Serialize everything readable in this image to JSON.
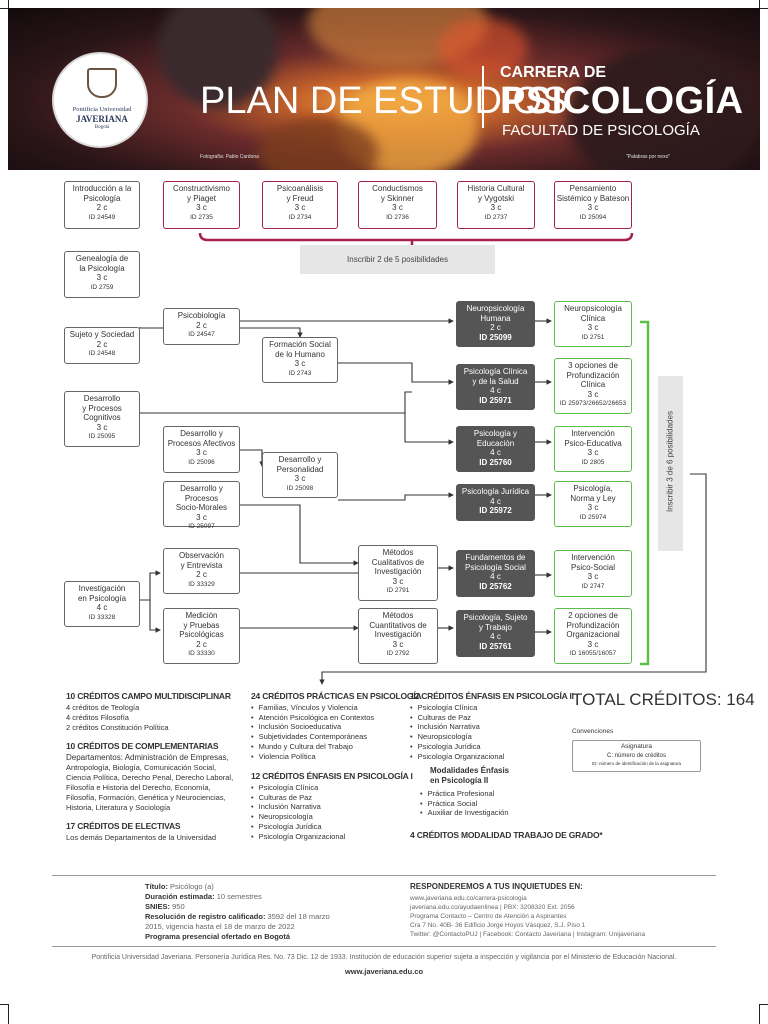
{
  "header": {
    "logo_line1": "Pontificia Universidad",
    "logo_line2": "JAVERIANA",
    "logo_line3": "Bogotá",
    "title": "PLAN DE ESTUDIOS",
    "carrera_de": "CARRERA DE",
    "carrera": "PSICOLOGÍA",
    "facultad": "FACULTAD DE PSICOLOGÍA",
    "photo_credit": "Fotografía: Pablo Cardona",
    "caption": "\"Palabras por nexo\""
  },
  "courses": {
    "intro": {
      "name1": "Introducción a la",
      "name2": "Psicología",
      "credits": "2 c",
      "id": "ID 24549"
    },
    "constructivismo": {
      "name1": "Constructivismo",
      "name2": "y Piaget",
      "credits": "3 c",
      "id": "ID 2735"
    },
    "psicoanalisis": {
      "name1": "Psicoanálisis",
      "name2": "y Freud",
      "credits": "3 c",
      "id": "ID 2734"
    },
    "conductismos": {
      "name1": "Conductismos",
      "name2": "y Skinner",
      "credits": "3 c",
      "id": "ID 2736"
    },
    "historia_cultural": {
      "name1": "Historia Cultural",
      "name2": "y Vygotski",
      "credits": "3 c",
      "id": "ID 2737"
    },
    "pensamiento": {
      "name1": "Pensamiento",
      "name2": "Sistémico y Bateson",
      "credits": "3 c",
      "id": "ID 25094"
    },
    "genealogia": {
      "name1": "Genealogía de",
      "name2": "la Psicología",
      "credits": "3 c",
      "id": "ID 2759"
    },
    "psicobiologia": {
      "name1": "Psicobiología",
      "credits": "2 c",
      "id": "ID 24547"
    },
    "sujeto_sociedad": {
      "name1": "Sujeto y Sociedad",
      "credits": "2 c",
      "id": "ID 24548"
    },
    "formacion_social": {
      "name1": "Formación Social",
      "name2": "de lo Humano",
      "credits": "3 c",
      "id": "ID 2743"
    },
    "desarrollo_cognitivos": {
      "name1": "Desarrollo",
      "name2": "y Procesos",
      "name3": "Cognitivos",
      "credits": "3 c",
      "id": "ID 25095"
    },
    "desarrollo_afectivos": {
      "name1": "Desarrollo y",
      "name2": "Procesos Afectivos",
      "credits": "3 c",
      "id": "ID 25096"
    },
    "desarrollo_personalidad": {
      "name1": "Desarrollo y",
      "name2": "Personalidad",
      "credits": "3 c",
      "id": "ID 25098"
    },
    "desarrollo_socio": {
      "name1": "Desarrollo y Procesos",
      "name2": "Socio-Morales",
      "credits": "3 c",
      "id": "ID 25097"
    },
    "observacion": {
      "name1": "Observación",
      "name2": "y Entrevista",
      "credits": "2 c",
      "id": "ID 33329"
    },
    "investigacion": {
      "name1": "Investigación",
      "name2": "en Psicología",
      "credits": "4 c",
      "id": "ID 33328"
    },
    "medicion": {
      "name1": "Medición",
      "name2": "y Pruebas",
      "name3": "Psicológicas",
      "credits": "2 c",
      "id": "ID 33330"
    },
    "metodos_cual": {
      "name1": "Métodos",
      "name2": "Cualitativos de",
      "name3": "Investigación",
      "credits": "3 c",
      "id": "ID 2791"
    },
    "metodos_cuan": {
      "name1": "Métodos",
      "name2": "Cuantitativos de",
      "name3": "Investigación",
      "credits": "3 c",
      "id": "ID 2792"
    },
    "neuro_humana": {
      "name1": "Neuropsicología",
      "name2": "Humana",
      "credits": "2 c",
      "id": "ID 25099"
    },
    "psic_clinica_salud": {
      "name1": "Psicología Clínica",
      "name2": "y de la Salud",
      "credits": "4 c",
      "id": "ID 25971"
    },
    "psic_educacion": {
      "name1": "Psicología y",
      "name2": "Educación",
      "credits": "4 c",
      "id": "ID 25760"
    },
    "psic_juridica": {
      "name1": "Psicología Jurídica",
      "credits": "4 c",
      "id": "ID 25972"
    },
    "fundamentos_social": {
      "name1": "Fundamentos de",
      "name2": "Psicología Social",
      "credits": "4 c",
      "id": "ID 25762"
    },
    "psic_sujeto_trabajo": {
      "name1": "Psicología, Sujeto",
      "name2": "y Trabajo",
      "credits": "4 c",
      "id": "ID 25761"
    },
    "neuro_clinica": {
      "name1": "Neuropsicología",
      "name2": "Clínica",
      "credits": "3 c",
      "id": "ID 2751"
    },
    "opciones_clinica": {
      "name1": "3 opciones de",
      "name2": "Profundización",
      "name3": "Clínica",
      "credits": "3 c",
      "id": "ID 25973/26652/26653"
    },
    "intervencion_edu": {
      "name1": "Intervención",
      "name2": "Psico-Educativa",
      "credits": "3 c",
      "id": "ID 2805"
    },
    "psic_norma_ley": {
      "name1": "Psicología,",
      "name2": "Norma y Ley",
      "credits": "3 c",
      "id": "ID 25974"
    },
    "intervencion_social": {
      "name1": "Intervención",
      "name2": "Psico-Social",
      "credits": "3 c",
      "id": "ID 2747"
    },
    "opciones_org": {
      "name1": "2 opciones de",
      "name2": "Profundización",
      "name3": "Organizacional",
      "credits": "3 c",
      "id": "ID 16055/16057"
    }
  },
  "labels": {
    "inscribir_2_5": "Inscribir 2 de 5 posibilidades",
    "inscribir_3_6": "Inscribir 3 de 6 posibilidades"
  },
  "credits": {
    "multi_title": "10 CRÉDITOS CAMPO MULTIDISCIPLINAR",
    "multi_items": [
      "4 créditos de Teología",
      "4 créditos Filosofía",
      "2 créditos Constitución Política"
    ],
    "comp_title": "10 CRÉDITOS DE COMPLEMENTARIAS",
    "comp_lines": [
      "Departamentos: Administración de Empresas,",
      "Antropología, Biología, Comunicación Social,",
      "Ciencia Política, Derecho Penal, Derecho Laboral,",
      "Filosofía e Historia del Derecho, Economía,",
      "Filosofía, Formación, Genética y Neurociencias,",
      "Historia, Literatura y Sociología"
    ],
    "elec_title": "17 CRÉDITOS DE ELECTIVAS",
    "elec_text": "Los demás Departamentos de la Universidad",
    "prac_title": "24 CRÉDITOS PRÁCTICAS EN PSICOLOGÍA",
    "prac_items": [
      "Familias, Vínculos y Violencia",
      "Atención Psicológica en Contextos",
      "Inclusión Socioeducativa",
      "Subjetividades Contemporáneas",
      "Mundo y Cultura del Trabajo",
      "Violencia Política"
    ],
    "enf1_title": "12 CRÉDITOS ÉNFASIS EN PSICOLOGÍA I",
    "enf1_items": [
      "Psicología Clínica",
      "Culturas de Paz",
      "Inclusión Narrativa",
      "Neuropsicología",
      "Psicología Jurídica",
      "Psicología Organizacional"
    ],
    "enf2_title": "12 CRÉDITOS ÉNFASIS EN PSICOLOGÍA II",
    "enf2_items": [
      "Psicología Clínica",
      "Culturas de Paz",
      "Inclusión Narrativa",
      "Neuropsicología",
      "Psicología Jurídica",
      "Psicología Organizacional"
    ],
    "mod_title1": "Modalidades Énfasis",
    "mod_title2": "en Psicología II",
    "mod_items": [
      "Práctica Profesional",
      "Práctica Social",
      "Auxiliar de Investigación"
    ],
    "grado": "4 CRÉDITOS MODALIDAD TRABAJO DE GRADO*",
    "total": "TOTAL CRÉDITOS: 164",
    "conv_title": "Convenciones",
    "conv_l1": "Asignatura",
    "conv_l2": "C: número de créditos",
    "conv_l3": "ID: número de identificación de la asignatura"
  },
  "footer": {
    "titulo_label": "Título:",
    "titulo_value": "Psicólogo (a)",
    "duracion_label": "Duración estimada:",
    "duracion_value": "10 semestres",
    "snies_label": "SNIES:",
    "snies_value": "950",
    "resol_label": "Resolución de registro calificado:",
    "resol_value": "3592 del 18 marzo",
    "resol_line2": "2015, vigencia hasta el 18 de marzo de 2022",
    "presencial": "Programa presencial ofertado en Bogotá",
    "resp_title": "RESPONDEREMOS A TUS INQUIETUDES EN:",
    "resp_lines": [
      "www.javeriana.edu.co/carrera-psicologia",
      "javeriana.edu.co/ayudaenlinea | PBX: 3208320 Ext. 2056",
      "Programa Contacto – Centro de Atención a Aspirantes",
      "Cra 7 No. 40B- 36 Edificio Jorge Hoyos Vásquez, S.J. Piso 1",
      "Twitter: @ContactoPUJ | Facebook: Contacto Javeriana | Instagram: Unijaveriana"
    ],
    "legal": "Pontificia Universidad Javeriana. Personería Jurídica Res. No. 73 Dic. 12 de 1933. Institución de educación superior sujeta a inspección y vigilancia por el Ministerio de Educación Nacional.",
    "web": "www.javeriana.edu.co"
  },
  "colors": {
    "accent_red": "#a32050",
    "accent_green": "#5cbf4a",
    "dark_box": "#555555"
  }
}
